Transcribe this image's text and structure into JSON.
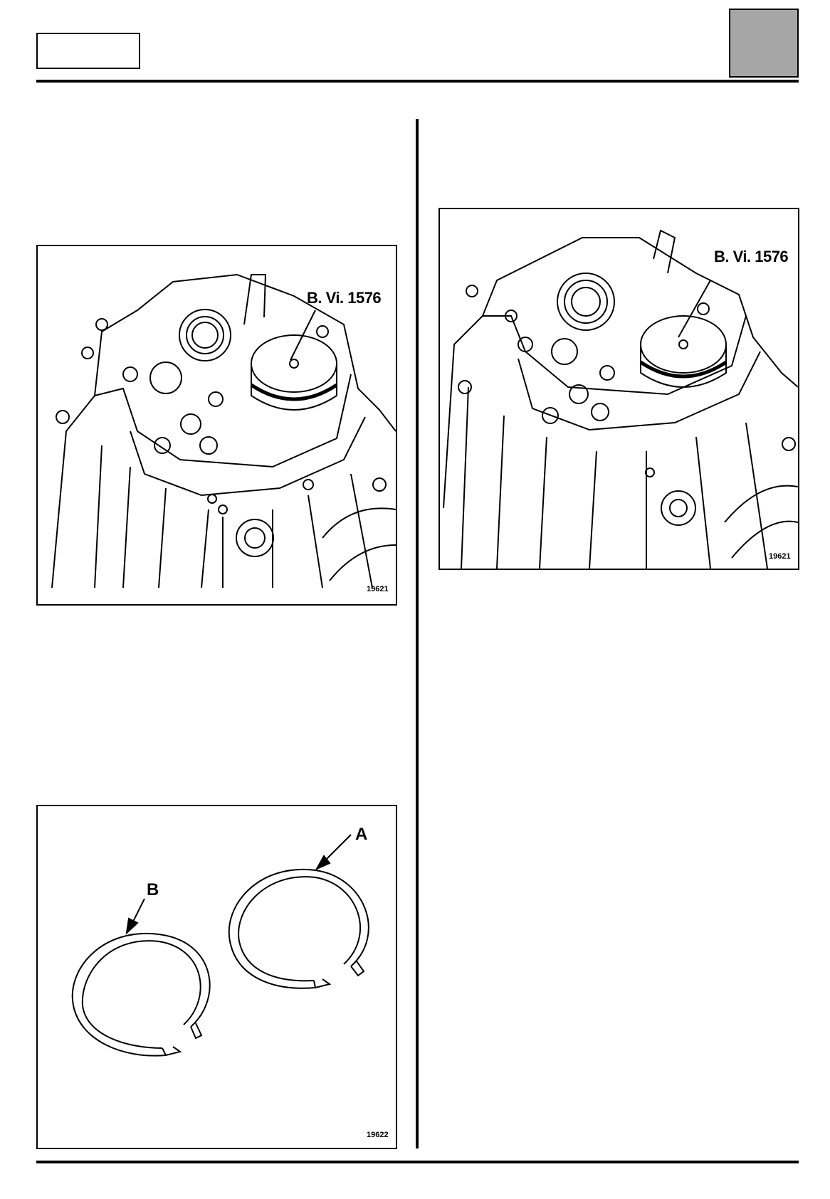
{
  "header": {
    "tab_color": "#a6a6a6"
  },
  "figures": [
    {
      "tool_label": "B. Vi. 1576",
      "figure_number": "19621"
    },
    {
      "tool_label": "B. Vi. 1576",
      "figure_number": "19621"
    },
    {
      "part_a": "A",
      "part_b": "B",
      "figure_number": "19622"
    }
  ]
}
